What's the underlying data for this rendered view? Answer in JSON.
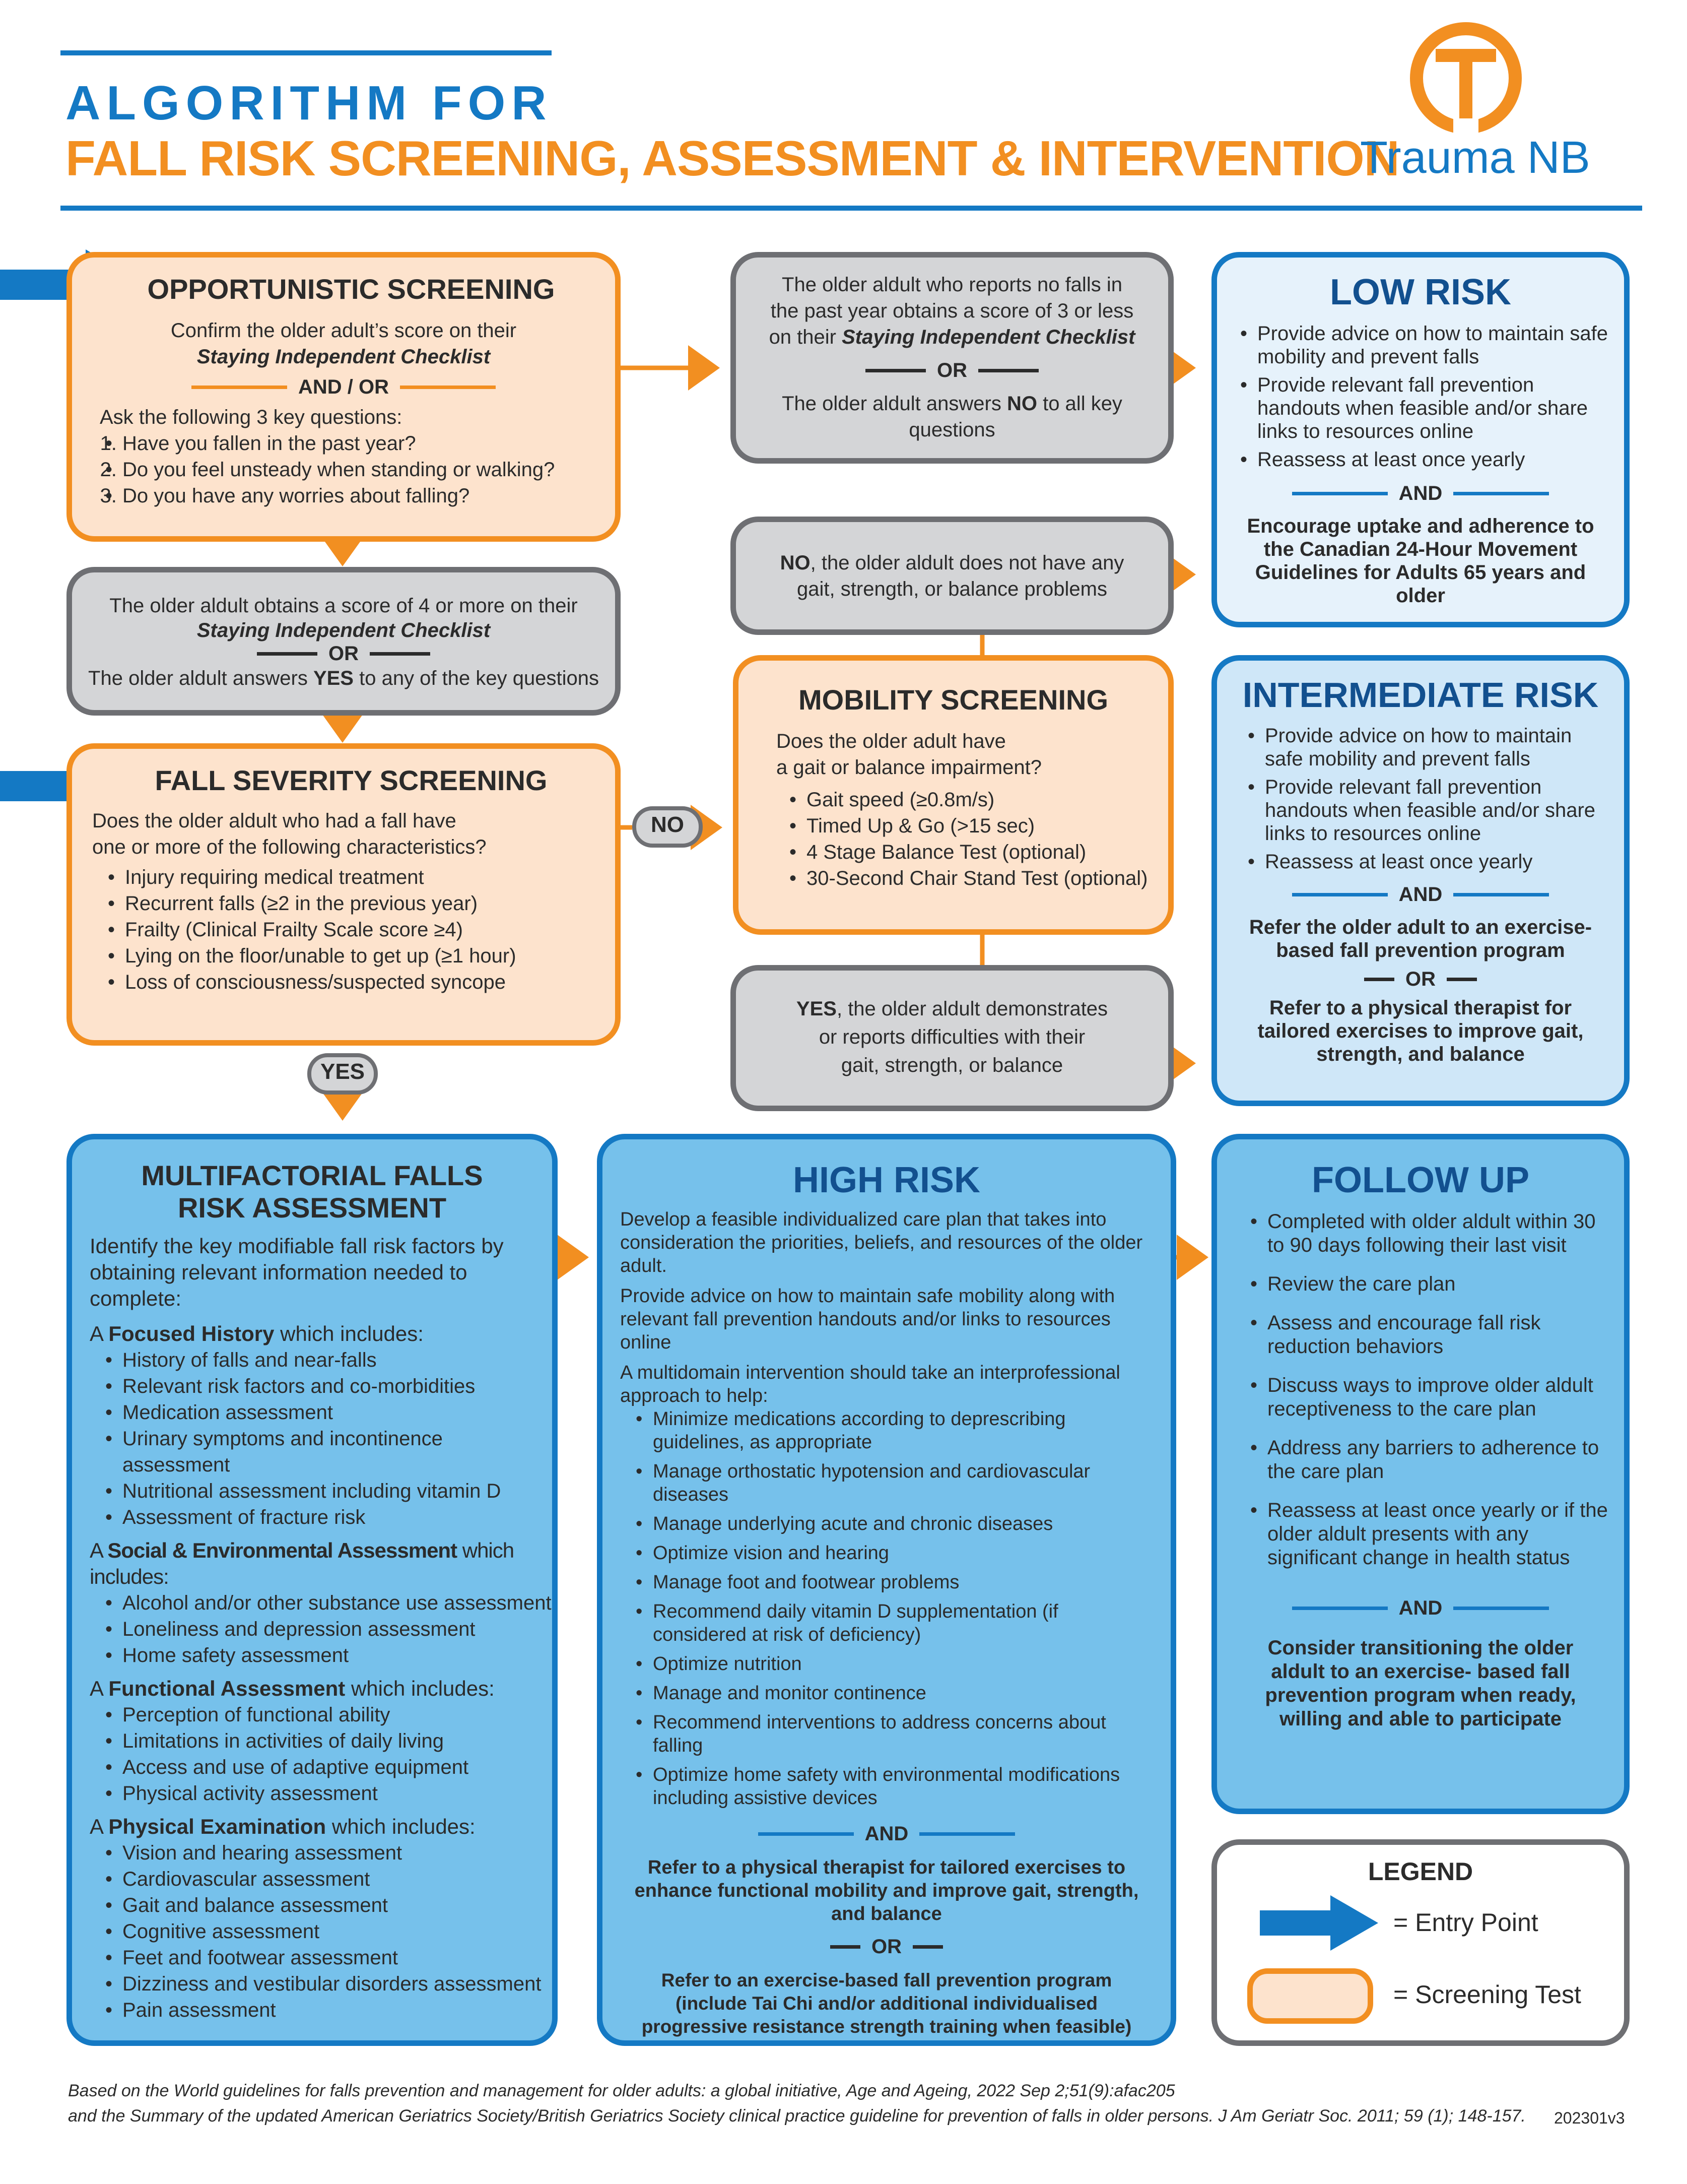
{
  "header": {
    "title_line1": "ALGORITHM FOR",
    "title_line2": "FALL RISK SCREENING, ASSESSMENT & INTERVENTION",
    "logo_text": "Trauma NB"
  },
  "opportunistic": {
    "title": "OPPORTUNISTIC SCREENING",
    "line1": "Confirm the older adult’s score on their",
    "checklist": "Staying Independent Checklist",
    "and_or": "AND / OR",
    "ask": "Ask the following 3 key questions:",
    "questions": [
      "Have you fallen in the past year?",
      "Do you feel unsteady when standing or walking?",
      "Do you have any worries about falling?"
    ]
  },
  "score4": {
    "line1": "The older aldult obtains a score of 4 or more on their",
    "checklist": "Staying Independent Checklist",
    "or": "OR",
    "line2_pre": "The older aldult answers ",
    "line2_bold": "YES",
    "line2_post": " to any of the key questions"
  },
  "severity": {
    "title": "FALL SEVERITY SCREENING",
    "intro1": "Does the older aldult who had a fall have",
    "intro2": "one or more of the following characteristics?",
    "items": [
      "Injury requiring medical treatment",
      "Recurrent falls (≥2 in the previous year)",
      "Frailty (Clinical Frailty Scale score ≥4)",
      "Lying on the floor/unable to get up (≥1 hour)",
      "Loss of consciousness/suspected syncope"
    ]
  },
  "pills": {
    "no": "NO",
    "yes": "YES"
  },
  "nofalls": {
    "line1": "The older aldult who reports no falls in",
    "line2": "the past year obtains a score of  3 or less",
    "line3_pre": "on their ",
    "checklist": "Staying Independent Checklist",
    "or": "OR",
    "line4_pre": "The older aldult answers ",
    "line4_bold": "NO",
    "line4_post": " to all key questions"
  },
  "noproblems": {
    "bold": "NO",
    "line1": ", the older aldult does not have any",
    "line2": "gait, strength, or balance problems"
  },
  "mobility": {
    "title": "MOBILITY SCREENING",
    "intro1": "Does the older adult have",
    "intro2": "a gait or balance impairment?",
    "items": [
      "Gait speed (≥0.8m/s)",
      "Timed Up & Go (>15 sec)",
      "4 Stage Balance Test (optional)",
      "30-Second Chair Stand Test (optional)"
    ]
  },
  "difficulties": {
    "bold": "YES",
    "line1": ", the older aldult demonstrates",
    "line2": "or reports difficulties with their",
    "line3": "gait, strength, or balance"
  },
  "low": {
    "title": "LOW RISK",
    "items": [
      "Provide advice on how to maintain safe mobility and prevent falls",
      "Provide relevant fall prevention handouts when feasible and/or share links to resources online",
      "Reassess at least once yearly"
    ],
    "and": "AND",
    "encourage": "Encourage uptake and adherence to the Canadian 24-Hour Movement Guidelines for Adults 65 years and older"
  },
  "intermediate": {
    "title": "INTERMEDIATE RISK",
    "items": [
      "Provide advice on how to maintain safe mobility and prevent falls",
      "Provide relevant fall prevention handouts when feasible and/or share links to resources online",
      "Reassess at least once yearly"
    ],
    "and": "AND",
    "refer1": "Refer the older adult to an exercise-based fall prevention program",
    "or": "OR",
    "refer2": "Refer to a physical therapist for tailored exercises to improve gait, strength, and balance"
  },
  "multifactorial": {
    "title1": "MULTIFACTORIAL FALLS",
    "title2": "RISK ASSESSMENT",
    "intro": "Identify the key modifiable fall risk factors by obtaining relevant information needed to complete:",
    "sections": [
      {
        "pre": "A ",
        "bold": "Focused History",
        "post": " which includes:",
        "items": [
          "History of falls and near-falls",
          "Relevant risk factors and co-morbidities",
          "Medication assessment",
          "Urinary symptoms and incontinence assessment",
          "Nutritional assessment including vitamin D",
          "Assessment of fracture risk"
        ]
      },
      {
        "pre": "A ",
        "bold": "Social & Environmental Assessment",
        "post": " which includes:",
        "items": [
          "Alcohol and/or other substance use assessment",
          "Loneliness and depression assessment",
          "Home safety assessment"
        ]
      },
      {
        "pre": "A ",
        "bold": "Functional Assessment",
        "post": " which includes:",
        "items": [
          "Perception of functional ability",
          "Limitations in activities of daily living",
          "Access and use of adaptive equipment",
          "Physical activity assessment"
        ]
      },
      {
        "pre": "A ",
        "bold": "Physical Examination",
        "post": " which includes:",
        "items": [
          "Vision and hearing assessment",
          "Cardiovascular assessment",
          "Gait and balance assessment",
          "Cognitive assessment",
          "Feet and footwear assessment",
          "Dizziness and vestibular disorders assessment",
          "Pain assessment"
        ]
      }
    ]
  },
  "high": {
    "title": "HIGH RISK",
    "p1": "Develop a feasible individualized care plan that takes into consideration the priorities, beliefs, and resources of the older adult.",
    "p2": "Provide advice on how to maintain safe mobility along with relevant fall prevention handouts and/or links to resources online",
    "p3": "A multidomain intervention should take an interprofessional approach to help:",
    "items": [
      "Minimize medications according to deprescribing guidelines, as appropriate",
      "Manage orthostatic hypotension and cardiovascular diseases",
      "Manage underlying acute and chronic diseases",
      "Optimize vision and hearing",
      "Manage foot and footwear problems",
      "Recommend daily vitamin D supplementation (if considered at risk of deficiency)",
      "Optimize nutrition",
      "Manage and monitor continence",
      "Recommend interventions to address concerns about falling",
      "Optimize home safety with environmental modifications including assistive devices"
    ],
    "and": "AND",
    "refer1": "Refer to a physical therapist for tailored exercises to enhance functional mobility and improve gait, strength, and balance",
    "or": "OR",
    "refer2": "Refer to an exercise-based fall prevention program (include Tai Chi and/or additional individualised progressive resistance strength training when feasible)"
  },
  "followup": {
    "title": "FOLLOW UP",
    "items": [
      "Completed with older aldult  within 30 to 90 days following their last visit",
      "Review the care plan",
      "Assess and encourage fall risk reduction behaviors",
      "Discuss ways to improve older aldult receptiveness to the care plan",
      "Address any barriers to adherence to the care plan",
      "Reassess at least once yearly or if the older aldult  presents with any significant change in health status"
    ],
    "and": "AND",
    "consider": "Consider transitioning the older aldult to an exercise- based fall prevention program when ready, willing and able to participate"
  },
  "legend": {
    "title": "LEGEND",
    "entry": "= Entry Point",
    "screening": "= Screening Test"
  },
  "footer": {
    "line1": "Based on the World guidelines for falls prevention and management for older adults: a global initiative, Age and Ageing, 2022 Sep 2;51(9):afac205",
    "line2": "and the Summary of the updated American Geriatrics Society/British Geriatrics Society clinical practice guideline for prevention of falls in older persons. J Am Geriatr Soc. 2011; 59 (1); 148-157.",
    "code": "202301v3"
  },
  "colors": {
    "orange": "#f28f21",
    "blue": "#1479c4",
    "navy": "#12508f",
    "gray": "#6e6f73",
    "light_orange": "#fde3cd",
    "light_blue": "#cfe7f8",
    "mid_blue": "#76c1eb"
  }
}
